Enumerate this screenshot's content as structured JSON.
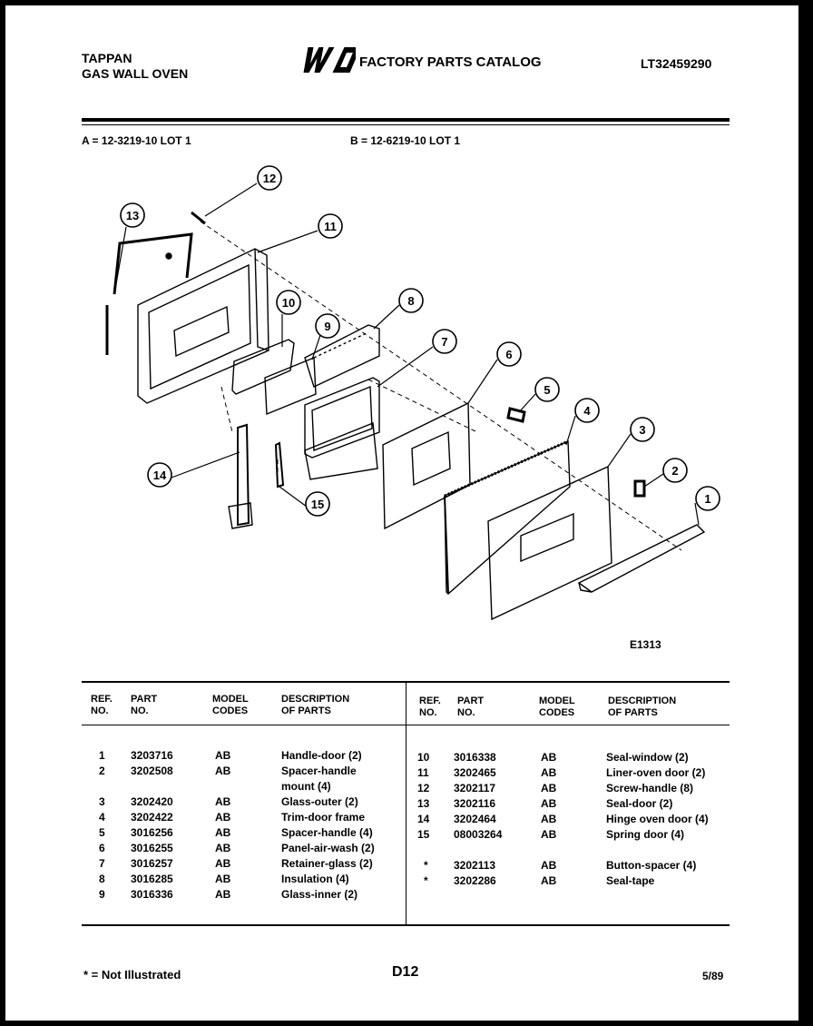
{
  "header": {
    "brand": "TAPPAN",
    "product": "GAS WALL OVEN",
    "catalog_title": "FACTORY PARTS CATALOG",
    "catalog_number": "LT32459290"
  },
  "models": {
    "a": "A = 12-3219-10 LOT 1",
    "b": "B = 12-6219-10 LOT 1"
  },
  "diagram": {
    "figure_code": "E1313",
    "callouts": [
      "1",
      "2",
      "3",
      "4",
      "5",
      "6",
      "7",
      "8",
      "9",
      "10",
      "11",
      "12",
      "13",
      "14",
      "15"
    ]
  },
  "table": {
    "headers": {
      "ref": [
        "REF.",
        "NO."
      ],
      "part": [
        "PART",
        "NO."
      ],
      "model": [
        "MODEL",
        "CODES"
      ],
      "desc": [
        "DESCRIPTION",
        "OF PARTS"
      ]
    },
    "left_rows": [
      {
        "ref": "1",
        "part": "3203716",
        "codes": "AB",
        "desc": "Handle-door (2)"
      },
      {
        "ref": "2",
        "part": "3202508",
        "codes": "AB",
        "desc": "Spacer-handle"
      },
      {
        "ref": "",
        "part": "",
        "codes": "",
        "desc": "mount (4)"
      },
      {
        "ref": "3",
        "part": "3202420",
        "codes": "AB",
        "desc": "Glass-outer (2)"
      },
      {
        "ref": "4",
        "part": "3202422",
        "codes": "AB",
        "desc": "Trim-door frame"
      },
      {
        "ref": "5",
        "part": "3016256",
        "codes": "AB",
        "desc": "Spacer-handle (4)"
      },
      {
        "ref": "6",
        "part": "3016255",
        "codes": "AB",
        "desc": "Panel-air-wash (2)"
      },
      {
        "ref": "7",
        "part": "3016257",
        "codes": "AB",
        "desc": "Retainer-glass (2)"
      },
      {
        "ref": "8",
        "part": "3016285",
        "codes": "AB",
        "desc": "Insulation (4)"
      },
      {
        "ref": "9",
        "part": "3016336",
        "codes": "AB",
        "desc": "Glass-inner (2)"
      }
    ],
    "right_rows": [
      {
        "ref": "10",
        "part": "3016338",
        "codes": "AB",
        "desc": "Seal-window (2)"
      },
      {
        "ref": "11",
        "part": "3202465",
        "codes": "AB",
        "desc": "Liner-oven door (2)"
      },
      {
        "ref": "12",
        "part": "3202117",
        "codes": "AB",
        "desc": "Screw-handle (8)"
      },
      {
        "ref": "13",
        "part": "3202116",
        "codes": "AB",
        "desc": "Seal-door (2)"
      },
      {
        "ref": "14",
        "part": "3202464",
        "codes": "AB",
        "desc": "Hinge oven door (4)"
      },
      {
        "ref": "15",
        "part": "08003264",
        "codes": "AB",
        "desc": "Spring door (4)"
      },
      {
        "ref": "",
        "part": "",
        "codes": "",
        "desc": ""
      },
      {
        "ref": "*",
        "part": "3202113",
        "codes": "AB",
        "desc": "Button-spacer (4)"
      },
      {
        "ref": "*",
        "part": "3202286",
        "codes": "AB",
        "desc": "Seal-tape"
      }
    ]
  },
  "footer": {
    "note": "* = Not Illustrated",
    "page": "D12",
    "date": "5/89"
  }
}
